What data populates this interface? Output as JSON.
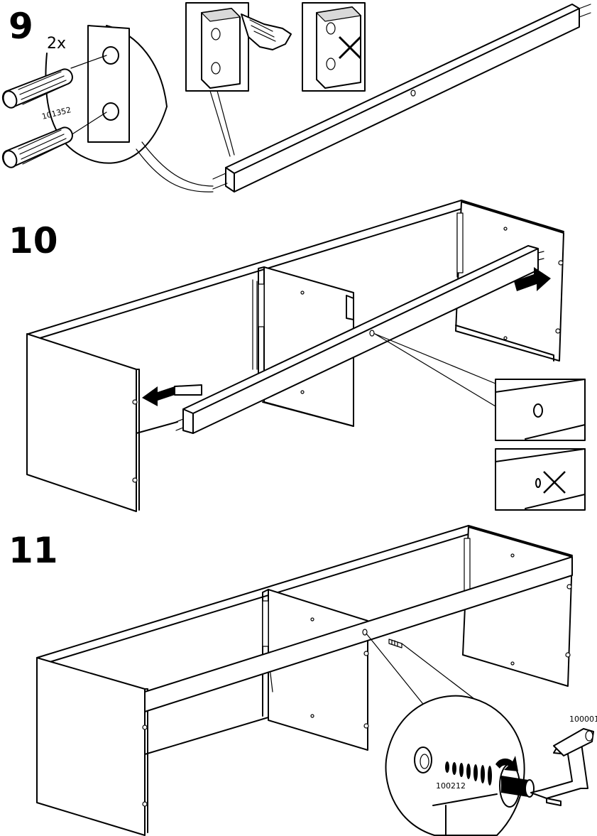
{
  "steps": [
    {
      "number": "9",
      "quantity": "2x",
      "part_number": "101352"
    },
    {
      "number": "10"
    },
    {
      "number": "11",
      "tool_part_number": "100001",
      "screw_part_number": "100212"
    }
  ]
}
